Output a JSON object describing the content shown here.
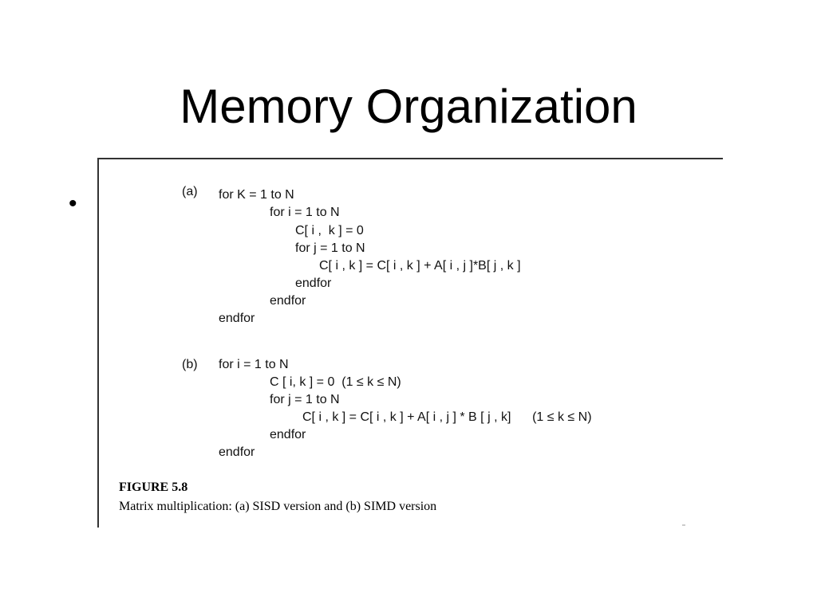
{
  "slide": {
    "title": "Memory Organization",
    "bullet": "•"
  },
  "figure": {
    "part_a": {
      "label": "(a)",
      "lines": [
        "for K = 1 to N",
        "for i = 1 to N",
        "C[ i ,  k ] = 0",
        "for j = 1 to N",
        "C[ i , k ] = C[ i , k ] + A[ i , j ]*B[ j , k ]",
        "endfor",
        "endfor",
        "endfor"
      ]
    },
    "part_b": {
      "label": "(b)",
      "lines": [
        "for i = 1 to N",
        "C [ i, k ] = 0  (1 ≤ k ≤ N)",
        "for j = 1 to N",
        "C[ i , k ] = C[ i , k ] + A[ i , j ] * B [ j , k]      (1 ≤ k ≤ N)",
        "endfor",
        "endfor"
      ]
    },
    "caption_title": "FIGURE 5.8",
    "caption_text": "Matrix multiplication: (a) SISD version and (b) SIMD version"
  }
}
